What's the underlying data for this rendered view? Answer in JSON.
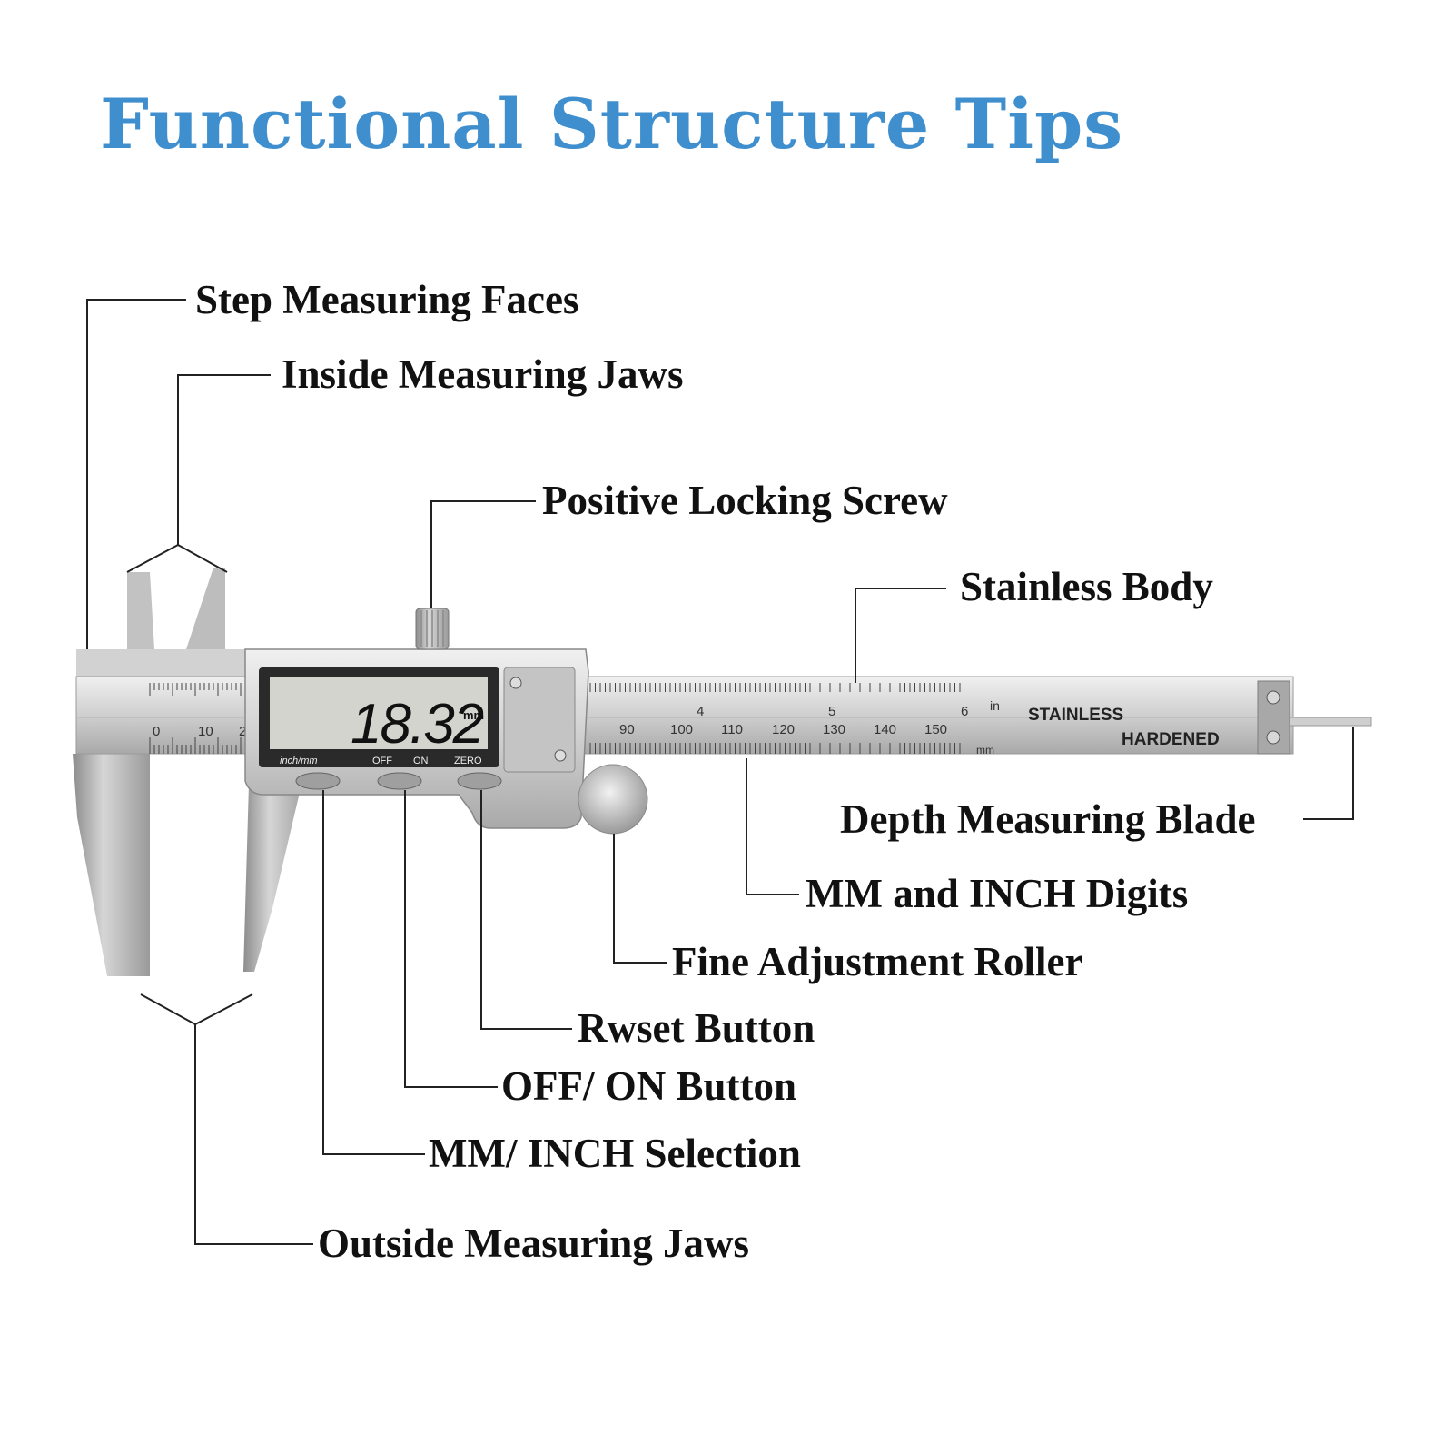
{
  "title": "Functional Structure Tips",
  "callouts": {
    "step_faces": "Step Measuring Faces",
    "inside_jaws": "Inside Measuring Jaws",
    "locking_screw": "Positive Locking Screw",
    "stainless_body": "Stainless Body",
    "depth_blade": "Depth Measuring Blade",
    "mm_inch_digits": "MM and INCH Digits",
    "fine_roller": "Fine Adjustment Roller",
    "reset_button": "Rwset Button",
    "off_on_button": "OFF/ ON Button",
    "mm_inch_selection": "MM/ INCH Selection",
    "outside_jaws": "Outside Measuring Jaws"
  },
  "caliper": {
    "display_reading": "18.32",
    "display_unit": "mm",
    "button_labels": {
      "inch_mm": "inch/mm",
      "off": "OFF",
      "on": "ON",
      "zero": "ZERO"
    },
    "beam_text_top": "STAINLESS",
    "beam_text_bottom": "HARDENED",
    "unit_in": "in",
    "unit_mm": "mm",
    "left_scale": [
      "0",
      "10",
      "2"
    ],
    "mm_scale": [
      "90",
      "100",
      "110",
      "120",
      "130",
      "140",
      "150"
    ],
    "inch_scale": [
      "4",
      "5",
      "6"
    ]
  },
  "colors": {
    "title": "#3f8fcf",
    "metal": "#c9c9c9",
    "lcd": "#d4d4cf"
  }
}
